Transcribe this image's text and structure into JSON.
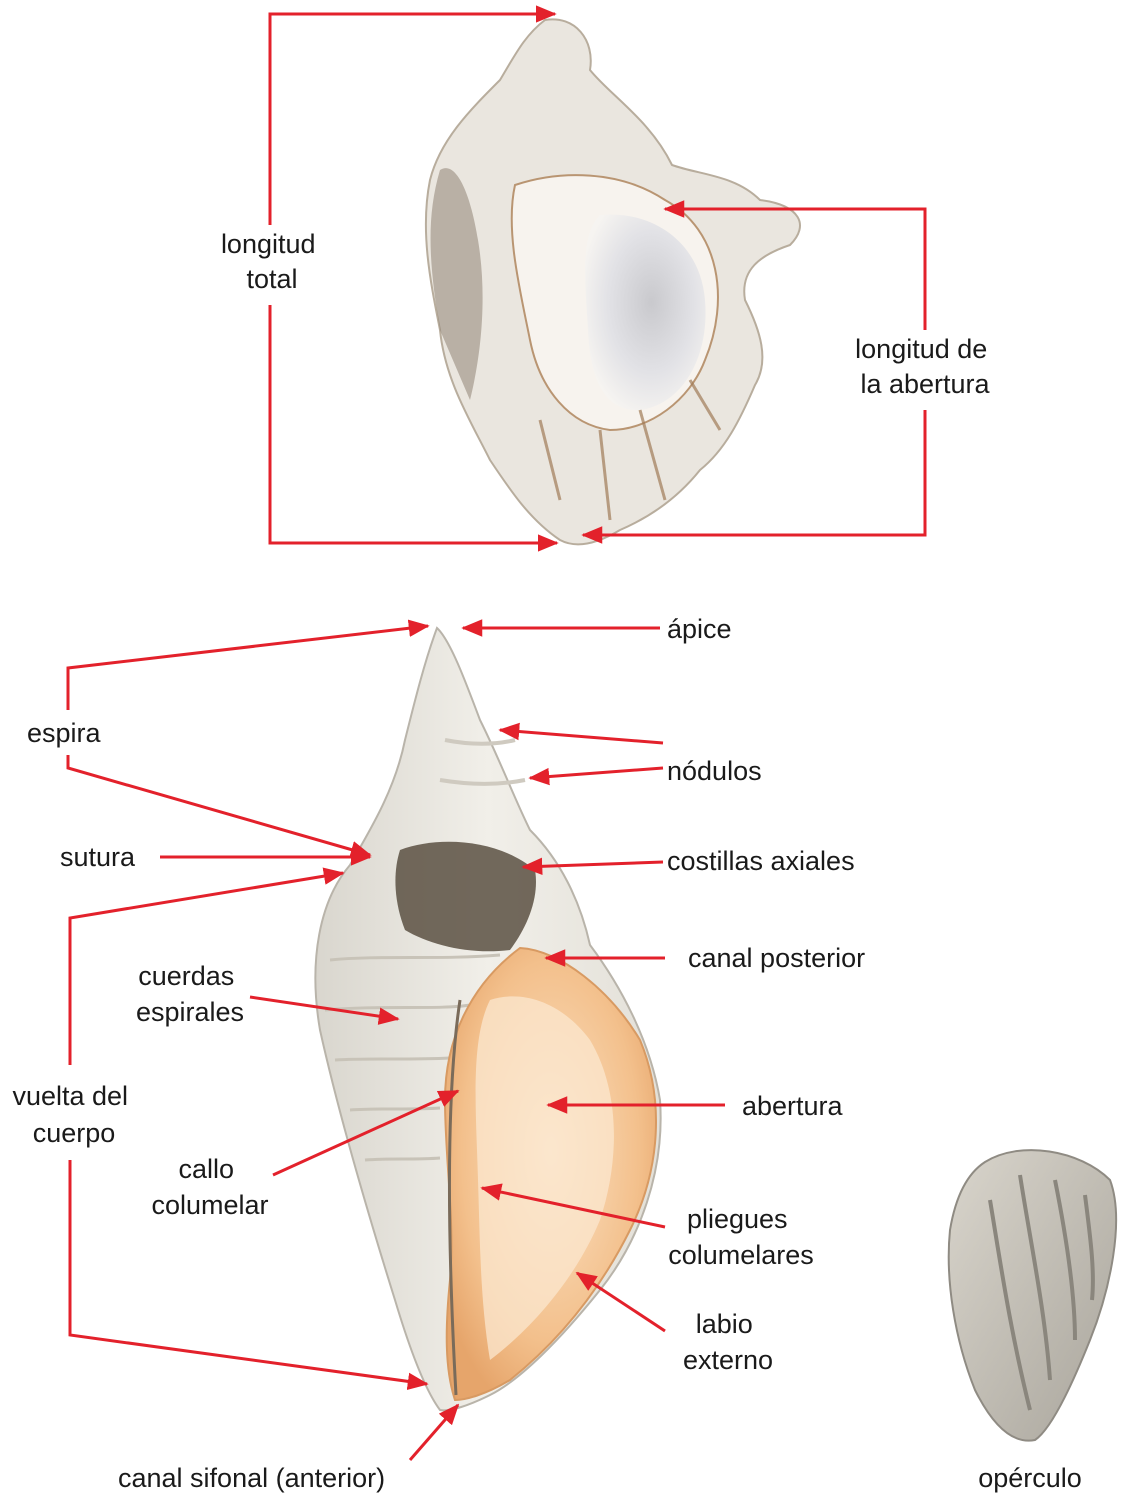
{
  "top_figure": {
    "labels": {
      "longitud_total": [
        "longitud",
        "total"
      ],
      "longitud_abertura": [
        "longitud de",
        "la abertura"
      ]
    }
  },
  "main_figure": {
    "labels": {
      "apice": "ápice",
      "espira": "espira",
      "nodulos": "nódulos",
      "sutura": "sutura",
      "costillas_axiales": "costillas axiales",
      "canal_posterior": "canal posterior",
      "cuerdas_espirales": [
        "cuerdas",
        "espirales"
      ],
      "vuelta_del_cuerpo": [
        "vuelta del",
        "cuerpo"
      ],
      "abertura": "abertura",
      "callo_columelar": [
        "callo",
        "columelar"
      ],
      "pliegues_columelares": [
        "pliegues",
        "columelares"
      ],
      "labio_externo": [
        "labio",
        "externo"
      ],
      "canal_sifonal": "canal sifonal (anterior)"
    }
  },
  "operculum": {
    "label": "opérculo"
  },
  "colors": {
    "leader_lines": "#e3212b",
    "text": "#1a1a1a"
  }
}
